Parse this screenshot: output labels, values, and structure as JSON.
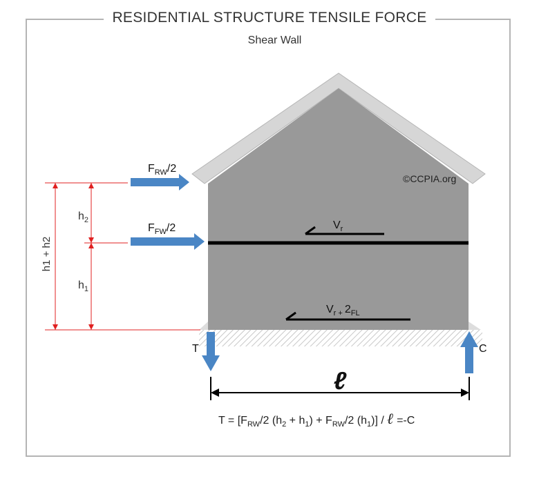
{
  "title": "RESIDENTIAL STRUCTURE TENSILE FORCE",
  "subtitle": "Shear Wall",
  "copyright": "©CCPIA.org",
  "labels": {
    "force_roof": {
      "main": "F",
      "sub": "RW",
      "tail": "/2"
    },
    "force_floor": {
      "main": "F",
      "sub": "FW",
      "tail": "/2"
    },
    "h_total": "h1 + h2",
    "h2": {
      "main": "h",
      "sub": "2"
    },
    "h1": {
      "main": "h",
      "sub": "1"
    },
    "vr": {
      "main": "V",
      "sub": "r"
    },
    "vr_fl": {
      "main": "V",
      "sub": "r + ",
      "tail": "2",
      "sub2": "FL"
    },
    "tension": "T",
    "compression": "C",
    "length": "ℓ"
  },
  "formula": {
    "lead": "T = [F",
    "sub1": "RW",
    "mid1": "/2 (h",
    "sub_a": "2",
    "mid2": " + h",
    "sub_b": "1",
    "mid3": ") + F",
    "sub2": "RW",
    "mid4": "/2 (h",
    "sub_c": "1",
    "mid5": ")] / ",
    "ell": "ℓ",
    "end": " =-C"
  },
  "colors": {
    "wall": "#9a9a9a",
    "roof_trim": "#d4d4d4",
    "force_arrow": "#4a86c5",
    "dimension_line": "#e02020",
    "frame": "#b4b4b4"
  }
}
